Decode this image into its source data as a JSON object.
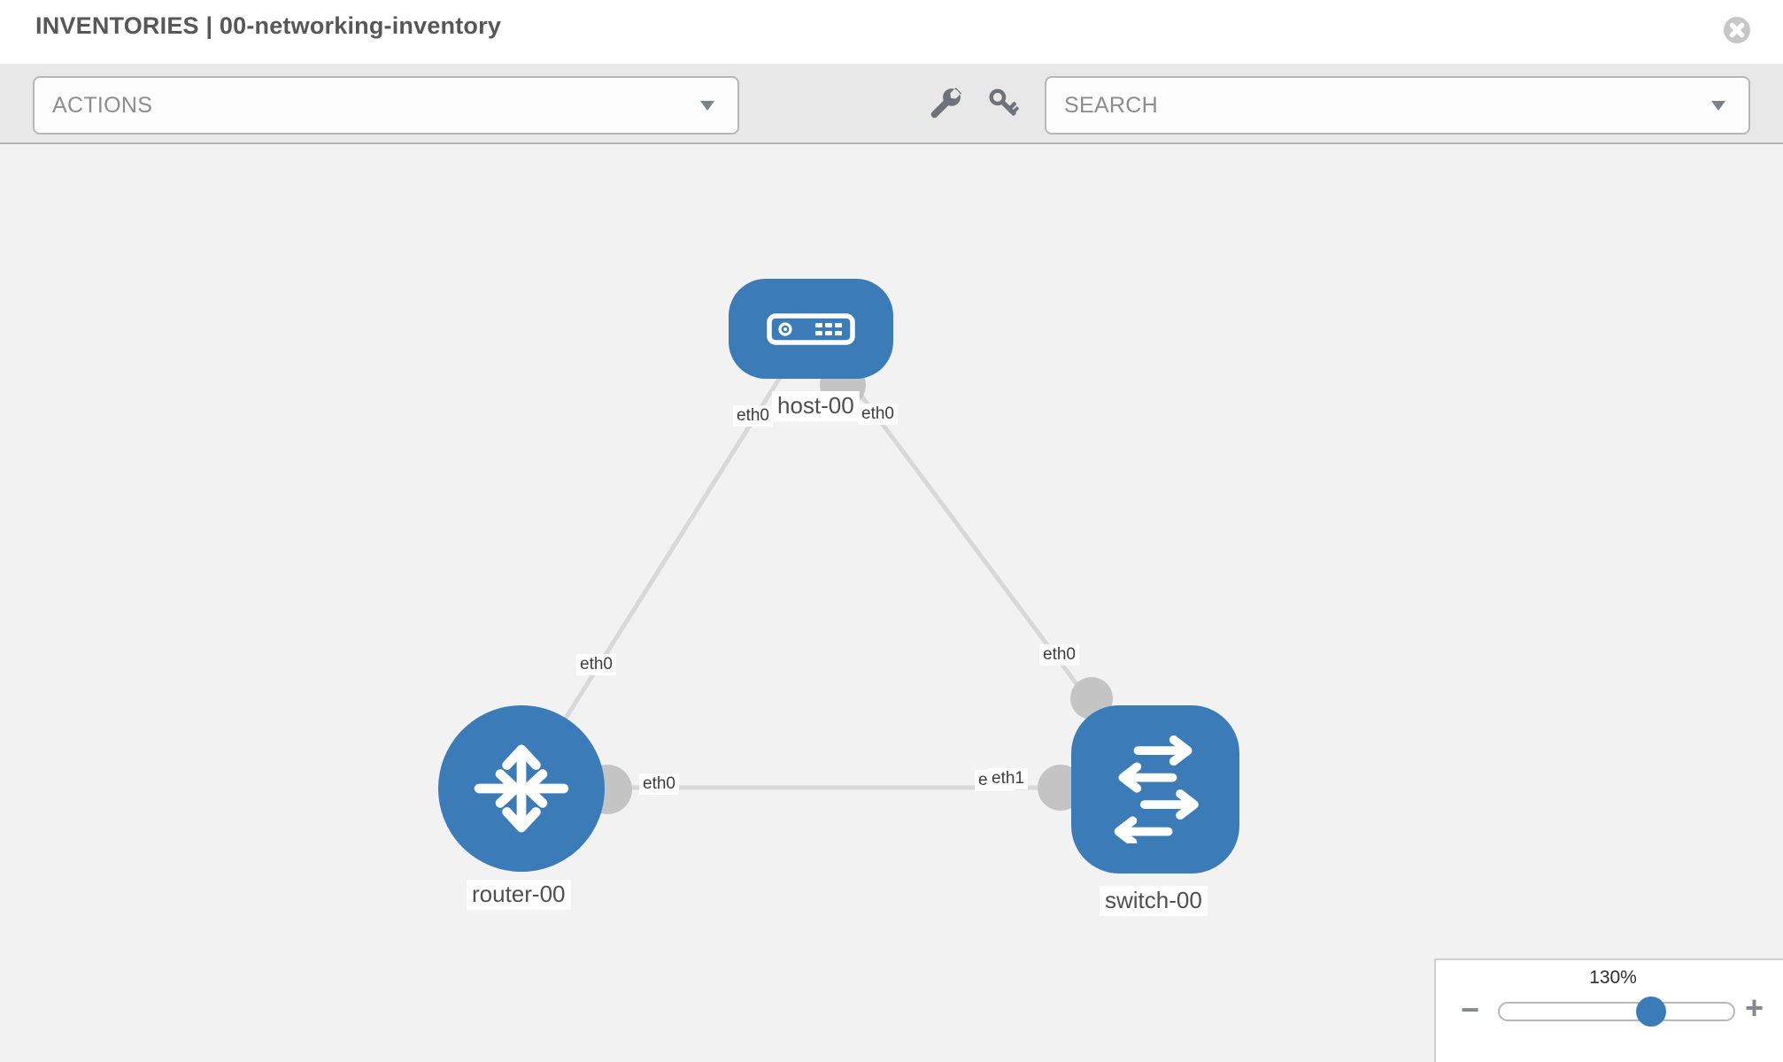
{
  "header": {
    "title": "INVENTORIES | 00-networking-inventory"
  },
  "toolbar": {
    "actions_label": "ACTIONS",
    "search_placeholder": "SEARCH",
    "icons": [
      "wrench-icon",
      "key-icon",
      "caret-down-icon"
    ]
  },
  "topology": {
    "node_labels": {
      "host": "host-00",
      "router": "router-00",
      "switch": "switch-00"
    },
    "interface_labels": {
      "host_left": "eth0",
      "host_right": "eth0",
      "host_router_mid": "eth0",
      "host_switch_mid": "eth0",
      "router_switch_left": "eth0",
      "router_switch_right_a": "eth0",
      "router_switch_right_b": "eth1"
    },
    "links": [
      {
        "from": "host-00",
        "to": "router-00",
        "from_if": "eth0",
        "to_if": "eth0"
      },
      {
        "from": "host-00",
        "to": "switch-00",
        "from_if": "eth0",
        "to_if": "eth0"
      },
      {
        "from": "router-00",
        "to": "switch-00",
        "from_if": "eth0",
        "to_if": "eth1"
      }
    ]
  },
  "zoom": {
    "level": "130%",
    "minus_label": "−",
    "plus_label": "+"
  },
  "colors": {
    "node_blue": "#3b7cb8",
    "link_gray": "#d8d8d8",
    "connector_gray": "#c4c4c4",
    "toolbar_gray": "#e8e8e8",
    "canvas_gray": "#f2f2f2"
  }
}
